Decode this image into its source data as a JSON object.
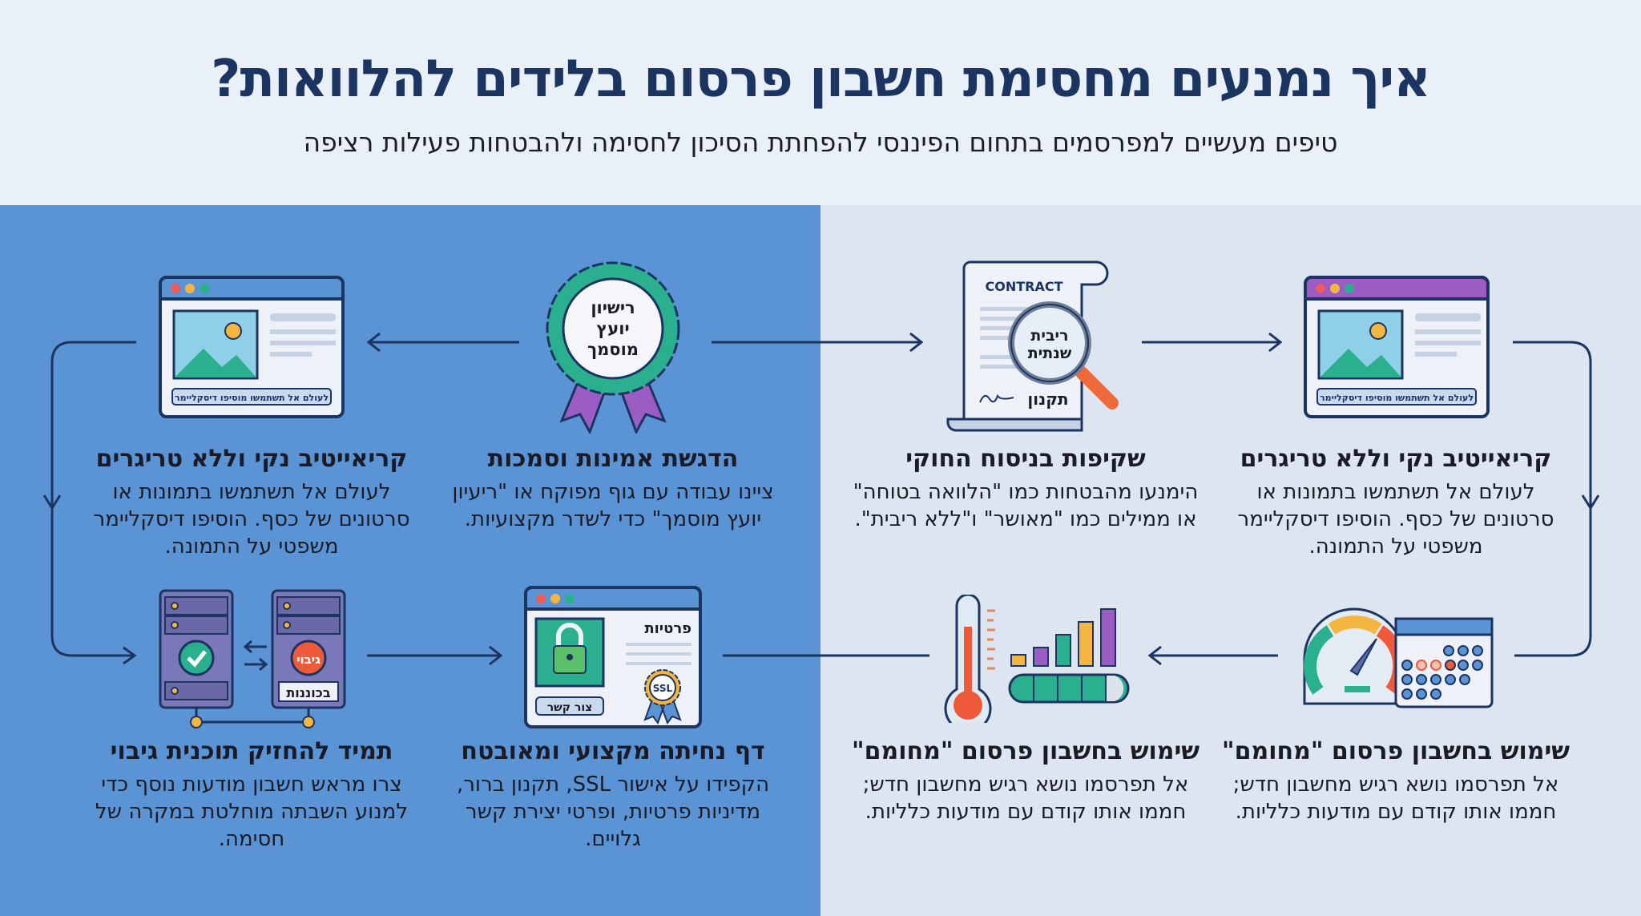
{
  "header": {
    "title": "איך נמנעים מחסימת חשבון פרסום בלידים להלוואות?",
    "subtitle": "טיפים מעשיים למפרסמים בתחום הפיננסי להפחתת הסיכון לחסימה ולהבטחות פעילות רציפה"
  },
  "cards": [
    {
      "title": "קריאייטיב נקי וללא טריגרים",
      "body": "לעולם אל תשתמשו בתמונות או סרטונים של כסף. הוסיפו דיסקליימר משפטי על התמונה.",
      "icon": "browser-image-icon",
      "icon_label": "לעולם אל תשתמשו מוסיפו דיסקליימר"
    },
    {
      "title": "שקיפות בניסוח החוקי",
      "body": "הימנעו מהבטחות כמו \"הלוואה בטוחה\" או ממילים כמו \"מאושר\" ו\"ללא ריבית\".",
      "icon": "contract-magnifier-icon",
      "icon_heading": "CONTRACT",
      "icon_lens_1": "ריבית",
      "icon_lens_2": "שנתית",
      "icon_footer": "תקנון"
    },
    {
      "title": "הדגשת אמינות וסמכות",
      "body": "ציינו עבודה עם גוף מפוקח או \"ריעיון יועץ מוסמך\" כדי לשדר מקצועיות.",
      "icon": "certificate-badge-icon",
      "badge_1": "רישיון",
      "badge_2": "יועץ",
      "badge_3": "מוסמך"
    },
    {
      "title": "קריאייטיב נקי וללא טריגרים",
      "body": "לעולם אל תשתמשו בתמונות או סרטונים של כסף. הוסיפו דיסקליימר משפטי על התמונה.",
      "icon": "browser-image-icon",
      "icon_label": "לעולם אל תשתמשו מוסיפו דיסקליימר"
    },
    {
      "title": "שימוש בחשבון פרסום \"מחומם\"",
      "body": "אל תפרסמו נושא רגיש מחשבון חדש; חממו אותו קודם עם מודעות כלליות.",
      "icon": "speedometer-calendar-icon"
    },
    {
      "title": "שימוש בחשבון פרסום \"מחומם\"",
      "body": "אל תפרסמו נושא רגיש מחשבון חדש; חממו אותו קודם עם מודעות כלליות.",
      "icon": "thermometer-chart-icon"
    },
    {
      "title": "דף נחיתה מקצועי ומאובטח",
      "body": "הקפידו על אישור SSL, תקנון ברור, מדיניות פרטיות, ופרטי יצירת קשר גלויים.",
      "icon": "secure-landing-page-icon",
      "icon_heading": "פרטיות",
      "icon_button": "צור קשר",
      "icon_seal": "SSL"
    },
    {
      "title": "תמיד להחזיק תוכנית גיבוי",
      "body": "צרו מראש חשבון מודעות נוסף כדי למנוע השבתה מוחלטת במקרה של חסימה.",
      "icon": "backup-servers-icon",
      "icon_badge": "גיבוי",
      "icon_label": "בכוננות"
    }
  ],
  "colors": {
    "navy": "#1c3461",
    "blue_panel": "#5b94d4",
    "light_panel": "#dde6f0",
    "teal": "#2bb08f",
    "purple": "#9b5cc4",
    "orange": "#ef6a3a",
    "yellow": "#f4b63e"
  }
}
